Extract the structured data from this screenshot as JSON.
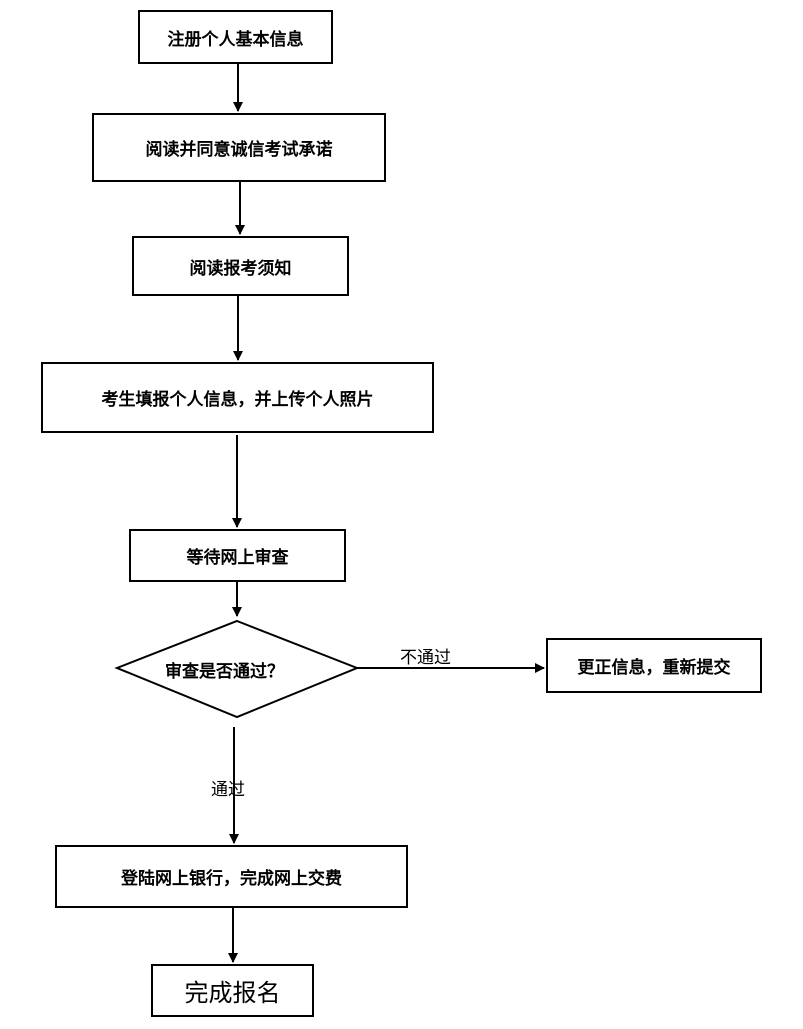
{
  "flowchart": {
    "steps": {
      "register": "注册个人基本信息",
      "read_pledge": "阅读并同意诚信考试承诺",
      "read_notice": "阅读报考须知",
      "fill_info": "考生填报个人信息，并上传个人照片",
      "wait_review": "等待网上审查",
      "decision": "审查是否通过？",
      "fix_info": "更正信息，重新提交",
      "pay": "登陆网上银行，完成网上交费",
      "done": "完成报名"
    },
    "edge_labels": {
      "fail": "不通过",
      "pass": "通过"
    }
  }
}
